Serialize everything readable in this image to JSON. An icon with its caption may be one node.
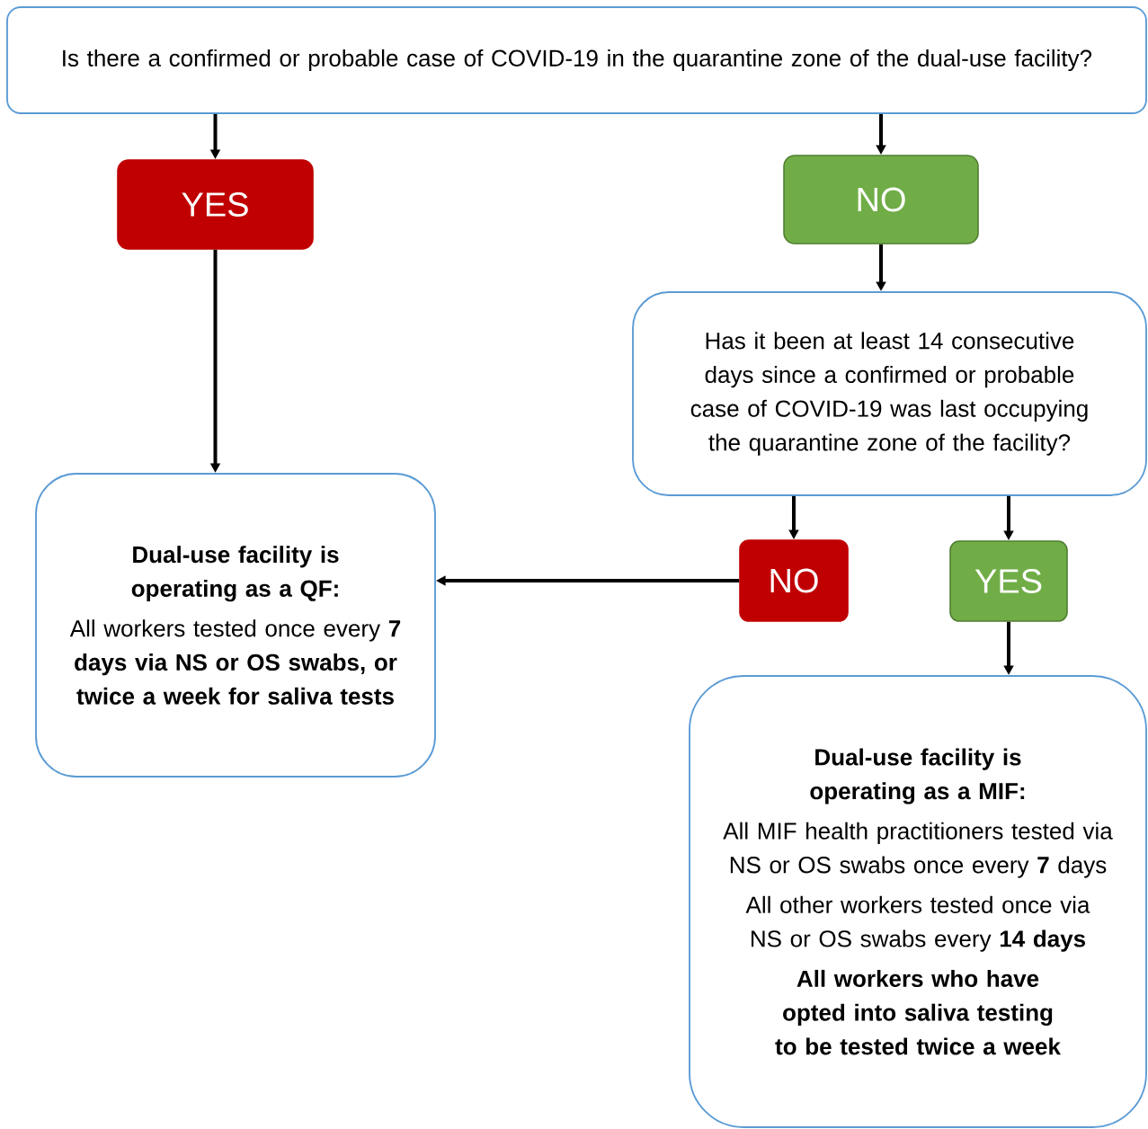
{
  "diagram": {
    "nodes": [
      {
        "text": [
          "Is there a confirmed or probable case of COVID-19 in the quarantine zone of the dual-use facility?"
        ]
      },
      {
        "text": [
          "YES"
        ]
      },
      {
        "text": [
          "NO"
        ]
      },
      {
        "text": [
          "Has it been at least 14 consecutive days since a confirmed or probable case of COVID-19 was last occupying the quarantine zone of the facility?"
        ]
      },
      {
        "text": [
          "Dual-use facility is operating as a QF:",
          "All workers tested once every **7 days via NS or OS swabs, or twice a week for saliva tests**"
        ]
      },
      {
        "text": [
          "NO"
        ]
      },
      {
        "text": [
          "YES"
        ]
      },
      {
        "text": [
          "Dual-use facility is operating as a MIF:",
          "All MIF health practitioners tested via NS or OS swabs once every **7** days",
          "All other workers tested once via NS or OS swabs every **14 days**",
          "All workers who have opted into saliva testing to be tested twice a week"
        ]
      }
    ],
    "edges": [
      {
        "from": 0,
        "to": 1,
        "arrow": "to"
      },
      {
        "from": 0,
        "to": 2,
        "arrow": "to"
      },
      {
        "from": 2,
        "to": 3,
        "arrow": "to"
      },
      {
        "from": 1,
        "to": 4,
        "arrow": "to"
      },
      {
        "from": 3,
        "to": 5,
        "arrow": "to"
      },
      {
        "from": 3,
        "to": 6,
        "arrow": "to"
      },
      {
        "from": 5,
        "to": 4,
        "arrow": "to"
      },
      {
        "from": 6,
        "to": 7,
        "arrow": "to"
      }
    ]
  }
}
